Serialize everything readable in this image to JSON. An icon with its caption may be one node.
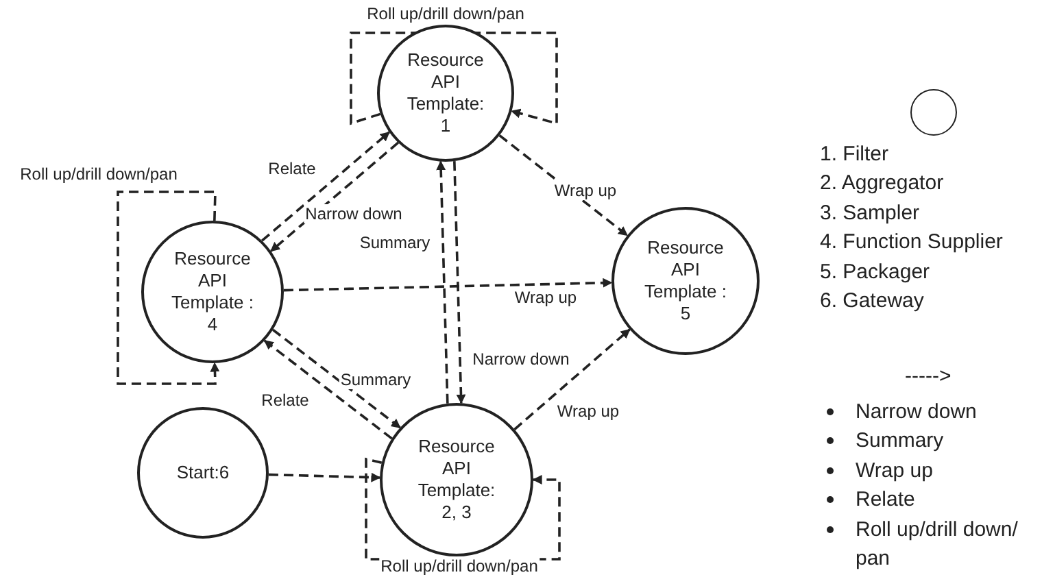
{
  "diagram": {
    "nodes": [
      {
        "text": [
          "Resource API Template: 1"
        ]
      },
      {
        "text": [
          "Resource API Template : 4"
        ]
      },
      {
        "text": [
          "Resource API Template : 5"
        ]
      },
      {
        "text": [
          "Start:6"
        ]
      },
      {
        "text": [
          "Resource API Template: 2, 3"
        ]
      },
      {
        "text": [],
        "shape": "circle"
      }
    ],
    "edges": [
      {
        "from": 1,
        "to": 0,
        "arrow": "to",
        "label": "Relate",
        "style": "dashed"
      },
      {
        "from": 0,
        "to": 1,
        "arrow": "to",
        "label": "Narrow down",
        "style": "dashed"
      },
      {
        "from": 0,
        "to": 4,
        "arrow": "to",
        "label": "Narrow down",
        "style": "dashed"
      },
      {
        "from": 4,
        "to": 0,
        "arrow": "to",
        "label": "Summary",
        "style": "dashed"
      },
      {
        "from": 1,
        "to": 4,
        "arrow": "to",
        "label": "Summary",
        "style": "dashed"
      },
      {
        "from": 4,
        "to": 1,
        "arrow": "to",
        "label": "Relate",
        "style": "dashed"
      },
      {
        "from": 0,
        "to": 2,
        "arrow": "to",
        "label": "Wrap up",
        "style": "dashed"
      },
      {
        "from": 1,
        "to": 2,
        "arrow": "to",
        "label": "Wrap up",
        "style": "dashed"
      },
      {
        "from": 4,
        "to": 2,
        "arrow": "to",
        "label": "Wrap up",
        "style": "dashed"
      },
      {
        "from": 3,
        "to": 4,
        "arrow": "to",
        "style": "dashed"
      },
      {
        "from": 0,
        "to": 0,
        "arrow": "to",
        "label": "Roll up/drill down/pan",
        "style": "dashed"
      },
      {
        "from": 1,
        "to": 1,
        "arrow": "to",
        "label": "Roll up/drill down/pan",
        "style": "dashed"
      },
      {
        "from": 4,
        "to": 4,
        "arrow": "to",
        "label": "Roll up/drill down/pan",
        "style": "dashed"
      }
    ],
    "labels": [
      "1. Filter",
      "2. Aggregator",
      "3. Sampler",
      "4. Function Supplier",
      "5. Packager",
      "6. Gateway",
      "----->",
      "Narrow down",
      "Summary",
      "Wrap up",
      "Relate",
      "Roll up/drill down/pan"
    ]
  }
}
